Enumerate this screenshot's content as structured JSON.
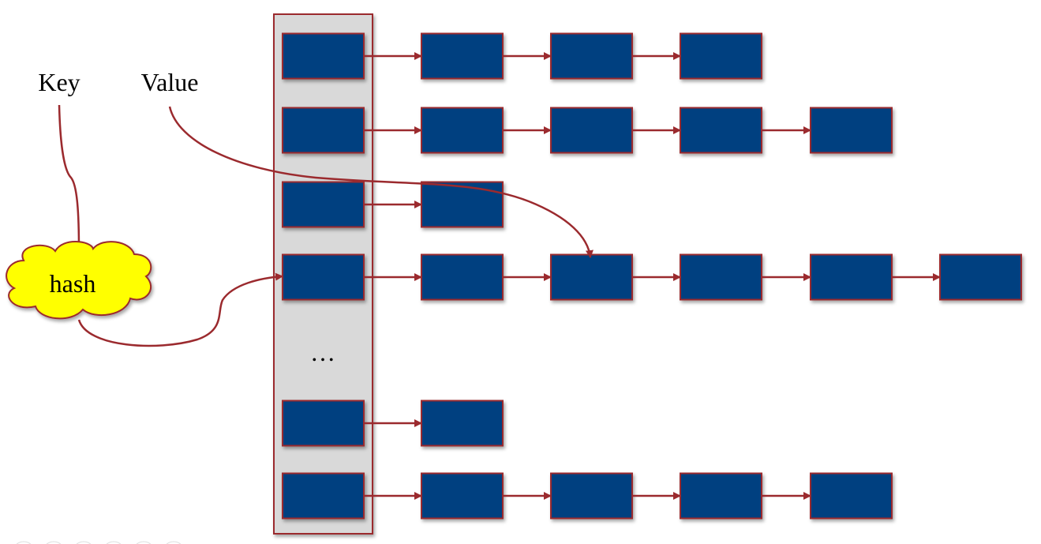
{
  "labels": {
    "key": "Key",
    "value": "Value",
    "hash": "hash",
    "ellipsis": "…"
  },
  "buckets": [
    {
      "chain_length": 3
    },
    {
      "chain_length": 4
    },
    {
      "chain_length": 1
    },
    {
      "chain_length": 5
    },
    {
      "chain_length": 1
    },
    {
      "chain_length": 4
    }
  ],
  "colors": {
    "node_fill": "#003f80",
    "node_stroke": "#9b2a2e",
    "arrow": "#9b2a2e",
    "bucket_column": "#d9d9d9",
    "cloud": "#ffff00"
  }
}
